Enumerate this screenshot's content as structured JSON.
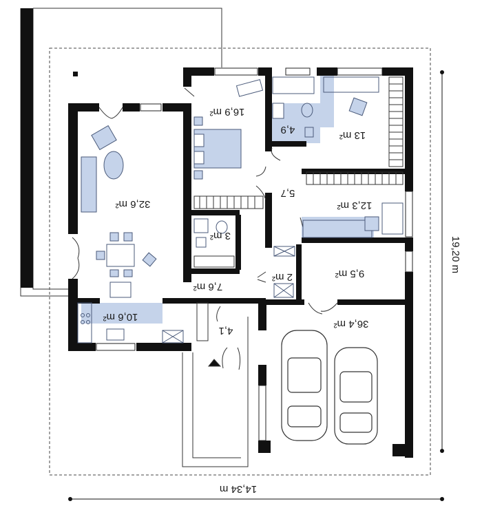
{
  "plan": {
    "room_labels": [
      {
        "id": "bedroom-main",
        "text": "16,9 m²"
      },
      {
        "id": "bathroom",
        "text": "4,9"
      },
      {
        "id": "bedroom-2",
        "text": "13 m²"
      },
      {
        "id": "living-room",
        "text": "32,6 m²"
      },
      {
        "id": "hall",
        "text": "5,7"
      },
      {
        "id": "bedroom-3",
        "text": "12,3 m²"
      },
      {
        "id": "wc",
        "text": "3 m²"
      },
      {
        "id": "utility",
        "text": "2 m²"
      },
      {
        "id": "storage",
        "text": "9,5 m²"
      },
      {
        "id": "corridor",
        "text": "7,6 m²"
      },
      {
        "id": "kitchen",
        "text": "10,6 m²"
      },
      {
        "id": "vestibule",
        "text": "4,1"
      },
      {
        "id": "garage",
        "text": "36,4 m²"
      }
    ],
    "dimension_width": "14,34 m",
    "dimension_height": "19,20 m"
  },
  "colors": {
    "wall": "#111111",
    "room_fill": "#c5d3ea",
    "furniture_stroke": "#4a5a7a",
    "line": "#333333"
  }
}
